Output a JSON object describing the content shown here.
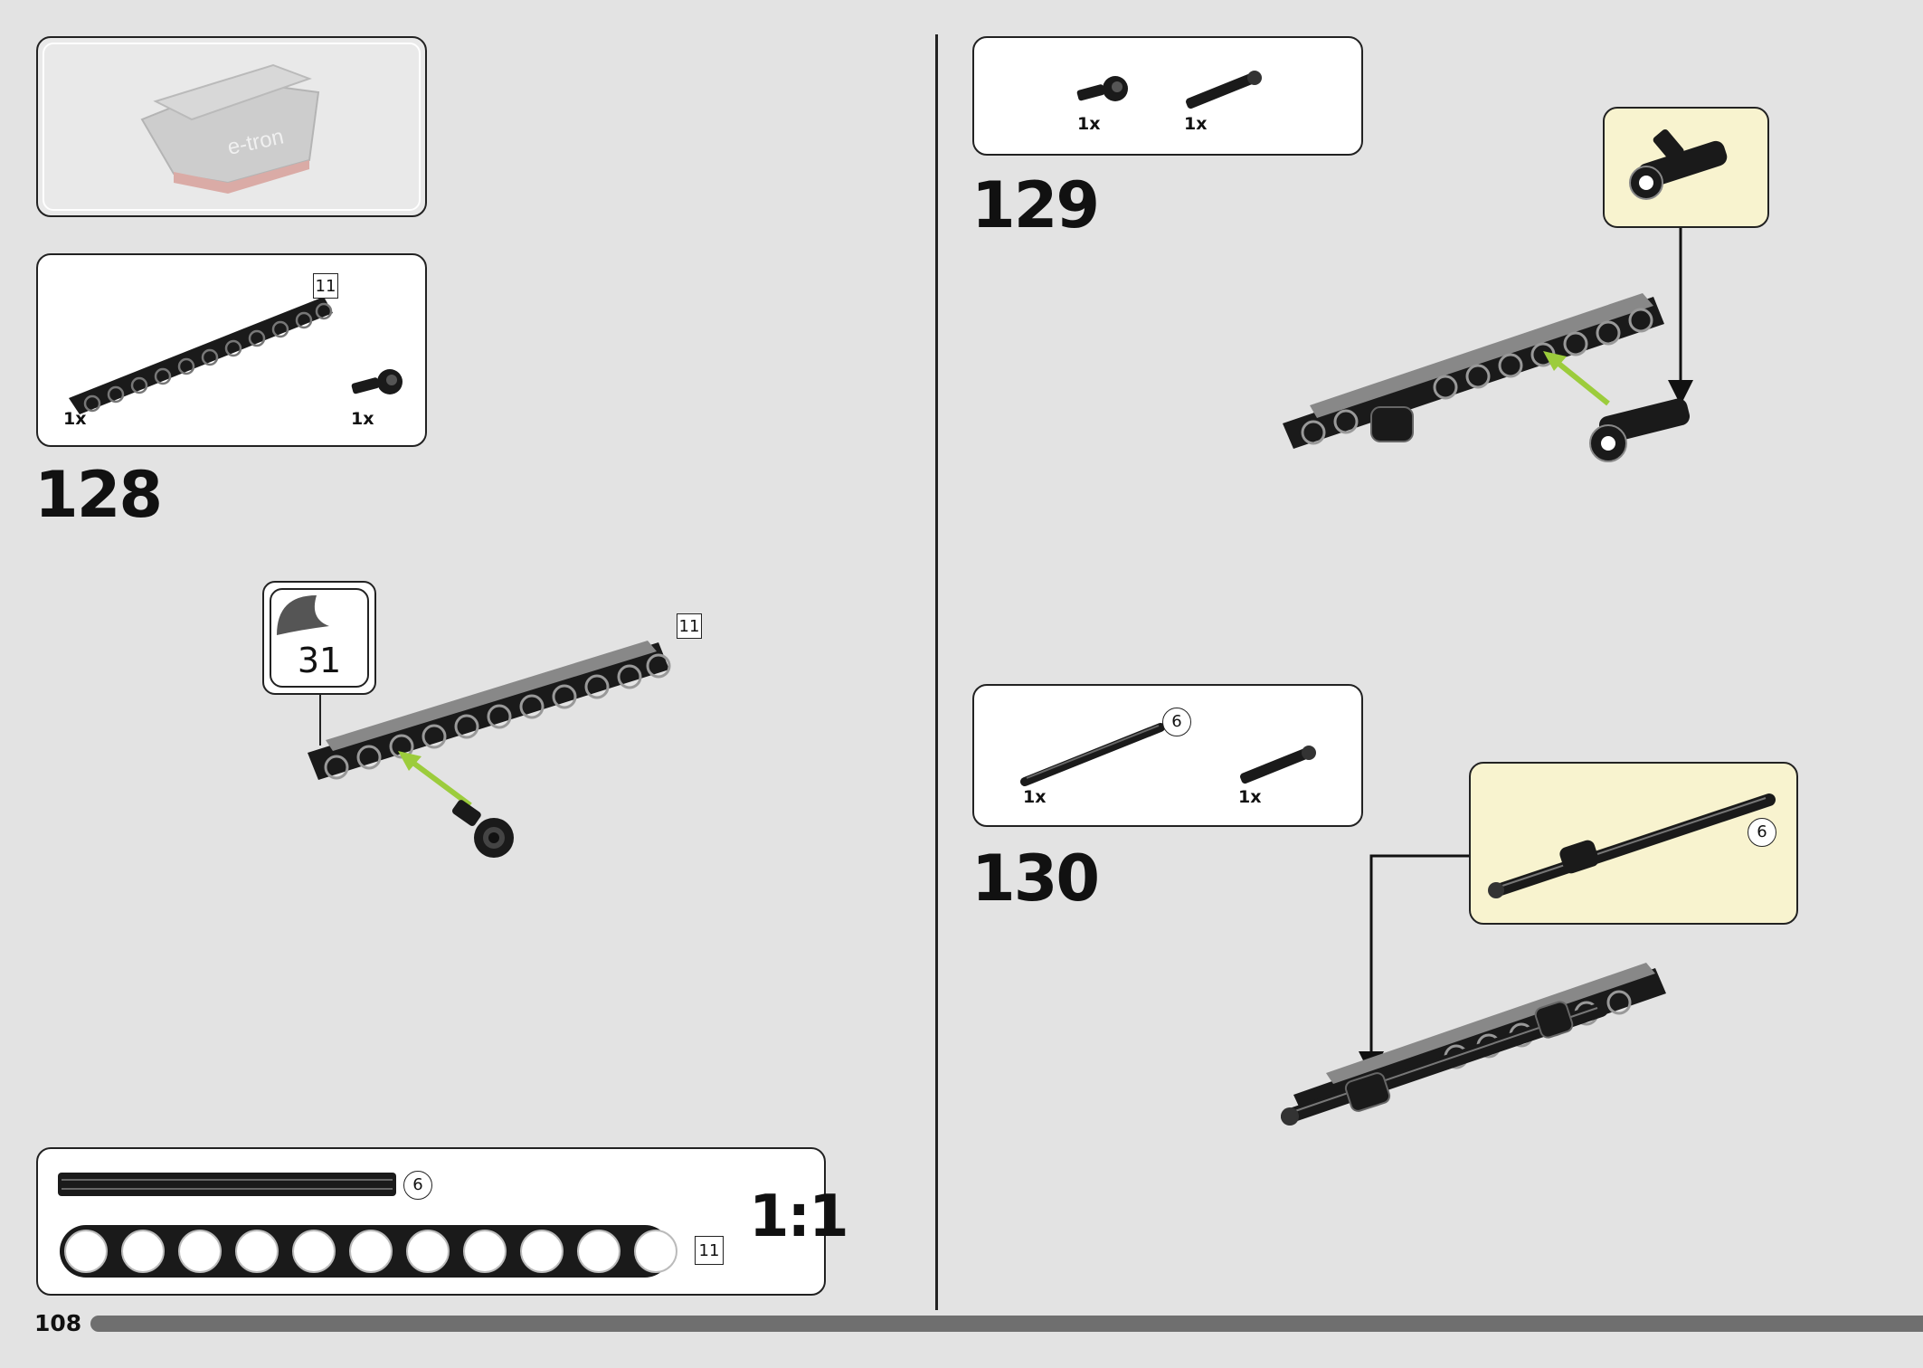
{
  "page": {
    "number": "108"
  },
  "left": {
    "prev_view": {
      "logo_text": "e-tron"
    },
    "step128": {
      "number": "128",
      "parts": [
        {
          "qty": "1x"
        },
        {
          "qty": "1x"
        }
      ],
      "beam_length": "11",
      "sticker_number": "31",
      "model_beam_length": "11"
    },
    "scale_box": {
      "axle_length": "6",
      "beam_length": "11",
      "label": "1:1"
    }
  },
  "right": {
    "step129": {
      "number": "129",
      "parts": [
        {
          "qty": "1x"
        },
        {
          "qty": "1x"
        }
      ]
    },
    "step130": {
      "number": "130",
      "parts": [
        {
          "qty": "1x"
        },
        {
          "qty": "1x"
        }
      ],
      "axle_length": "6",
      "sub_axle_length": "6"
    }
  },
  "colors": {
    "part_black": "#1a1a1a",
    "arrow_green": "#9ccc3c",
    "callout_yellow": "#f8f3cf",
    "accent_red": "#c0392b"
  }
}
